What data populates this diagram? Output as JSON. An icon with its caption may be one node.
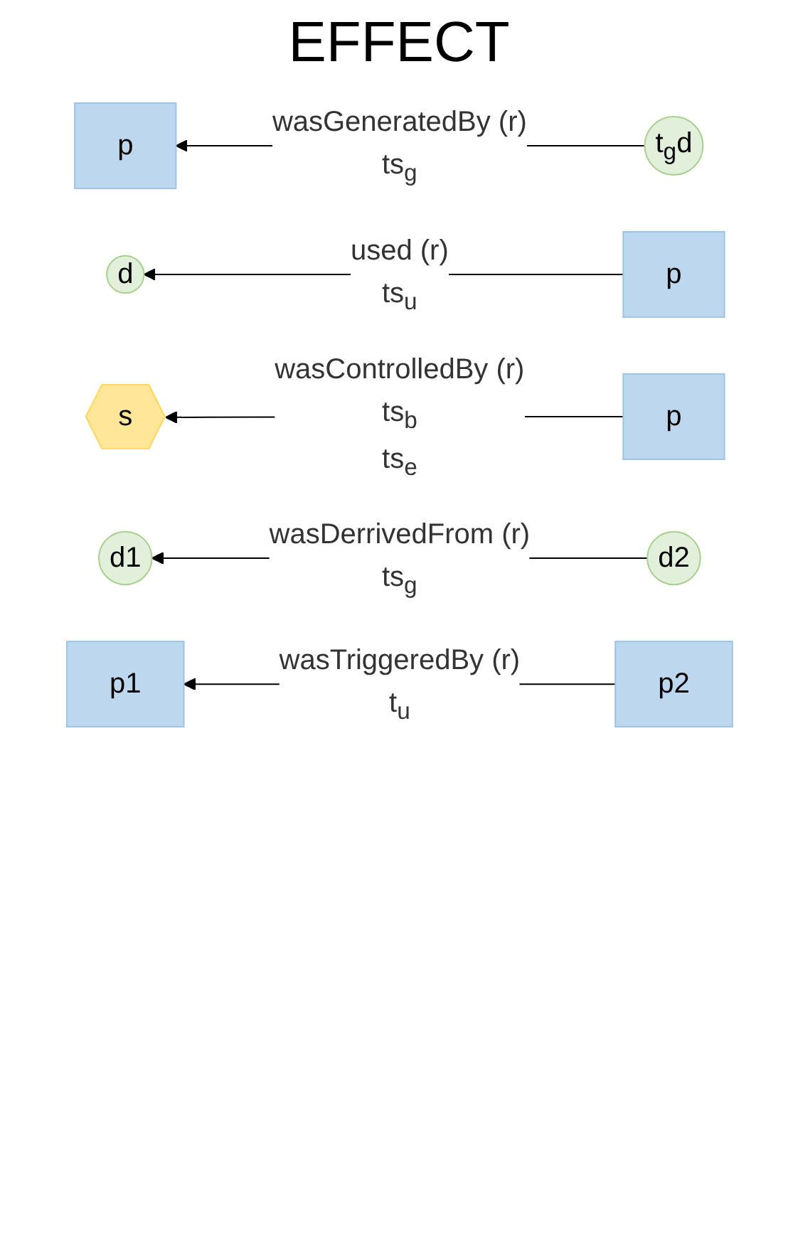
{
  "diagram": {
    "title": "EFFECT",
    "nodes": [
      {
        "text": [
          "p"
        ]
      },
      {
        "text": [
          "t$_{g}$d"
        ]
      },
      {
        "text": [
          "d"
        ]
      },
      {
        "text": [
          "p"
        ]
      },
      {
        "text": [
          "s"
        ]
      },
      {
        "text": [
          "p"
        ]
      },
      {
        "text": [
          "d1"
        ]
      },
      {
        "text": [
          "d2"
        ]
      },
      {
        "text": [
          "p1"
        ]
      },
      {
        "text": [
          "p2"
        ]
      }
    ],
    "edges": [
      {
        "from": 1,
        "to": 0,
        "arrow": "to",
        "label": "wasGeneratedBy (r)"
      },
      {
        "from": 3,
        "to": 2,
        "arrow": "to",
        "label": "used (r)"
      },
      {
        "from": 5,
        "to": 4,
        "arrow": "to",
        "label": "wasControlledBy (r)"
      },
      {
        "from": 7,
        "to": 6,
        "arrow": "to",
        "label": "wasDerrivedFrom (r)"
      },
      {
        "from": 9,
        "to": 8,
        "arrow": "to",
        "label": "wasTriggeredBy (r)"
      }
    ],
    "labels": [
      "ts$_{g}$",
      "ts$_{u}$",
      "ts$_{b}$",
      "ts$_{e}$",
      "ts$_{g}$",
      "t$_{u}$"
    ]
  }
}
